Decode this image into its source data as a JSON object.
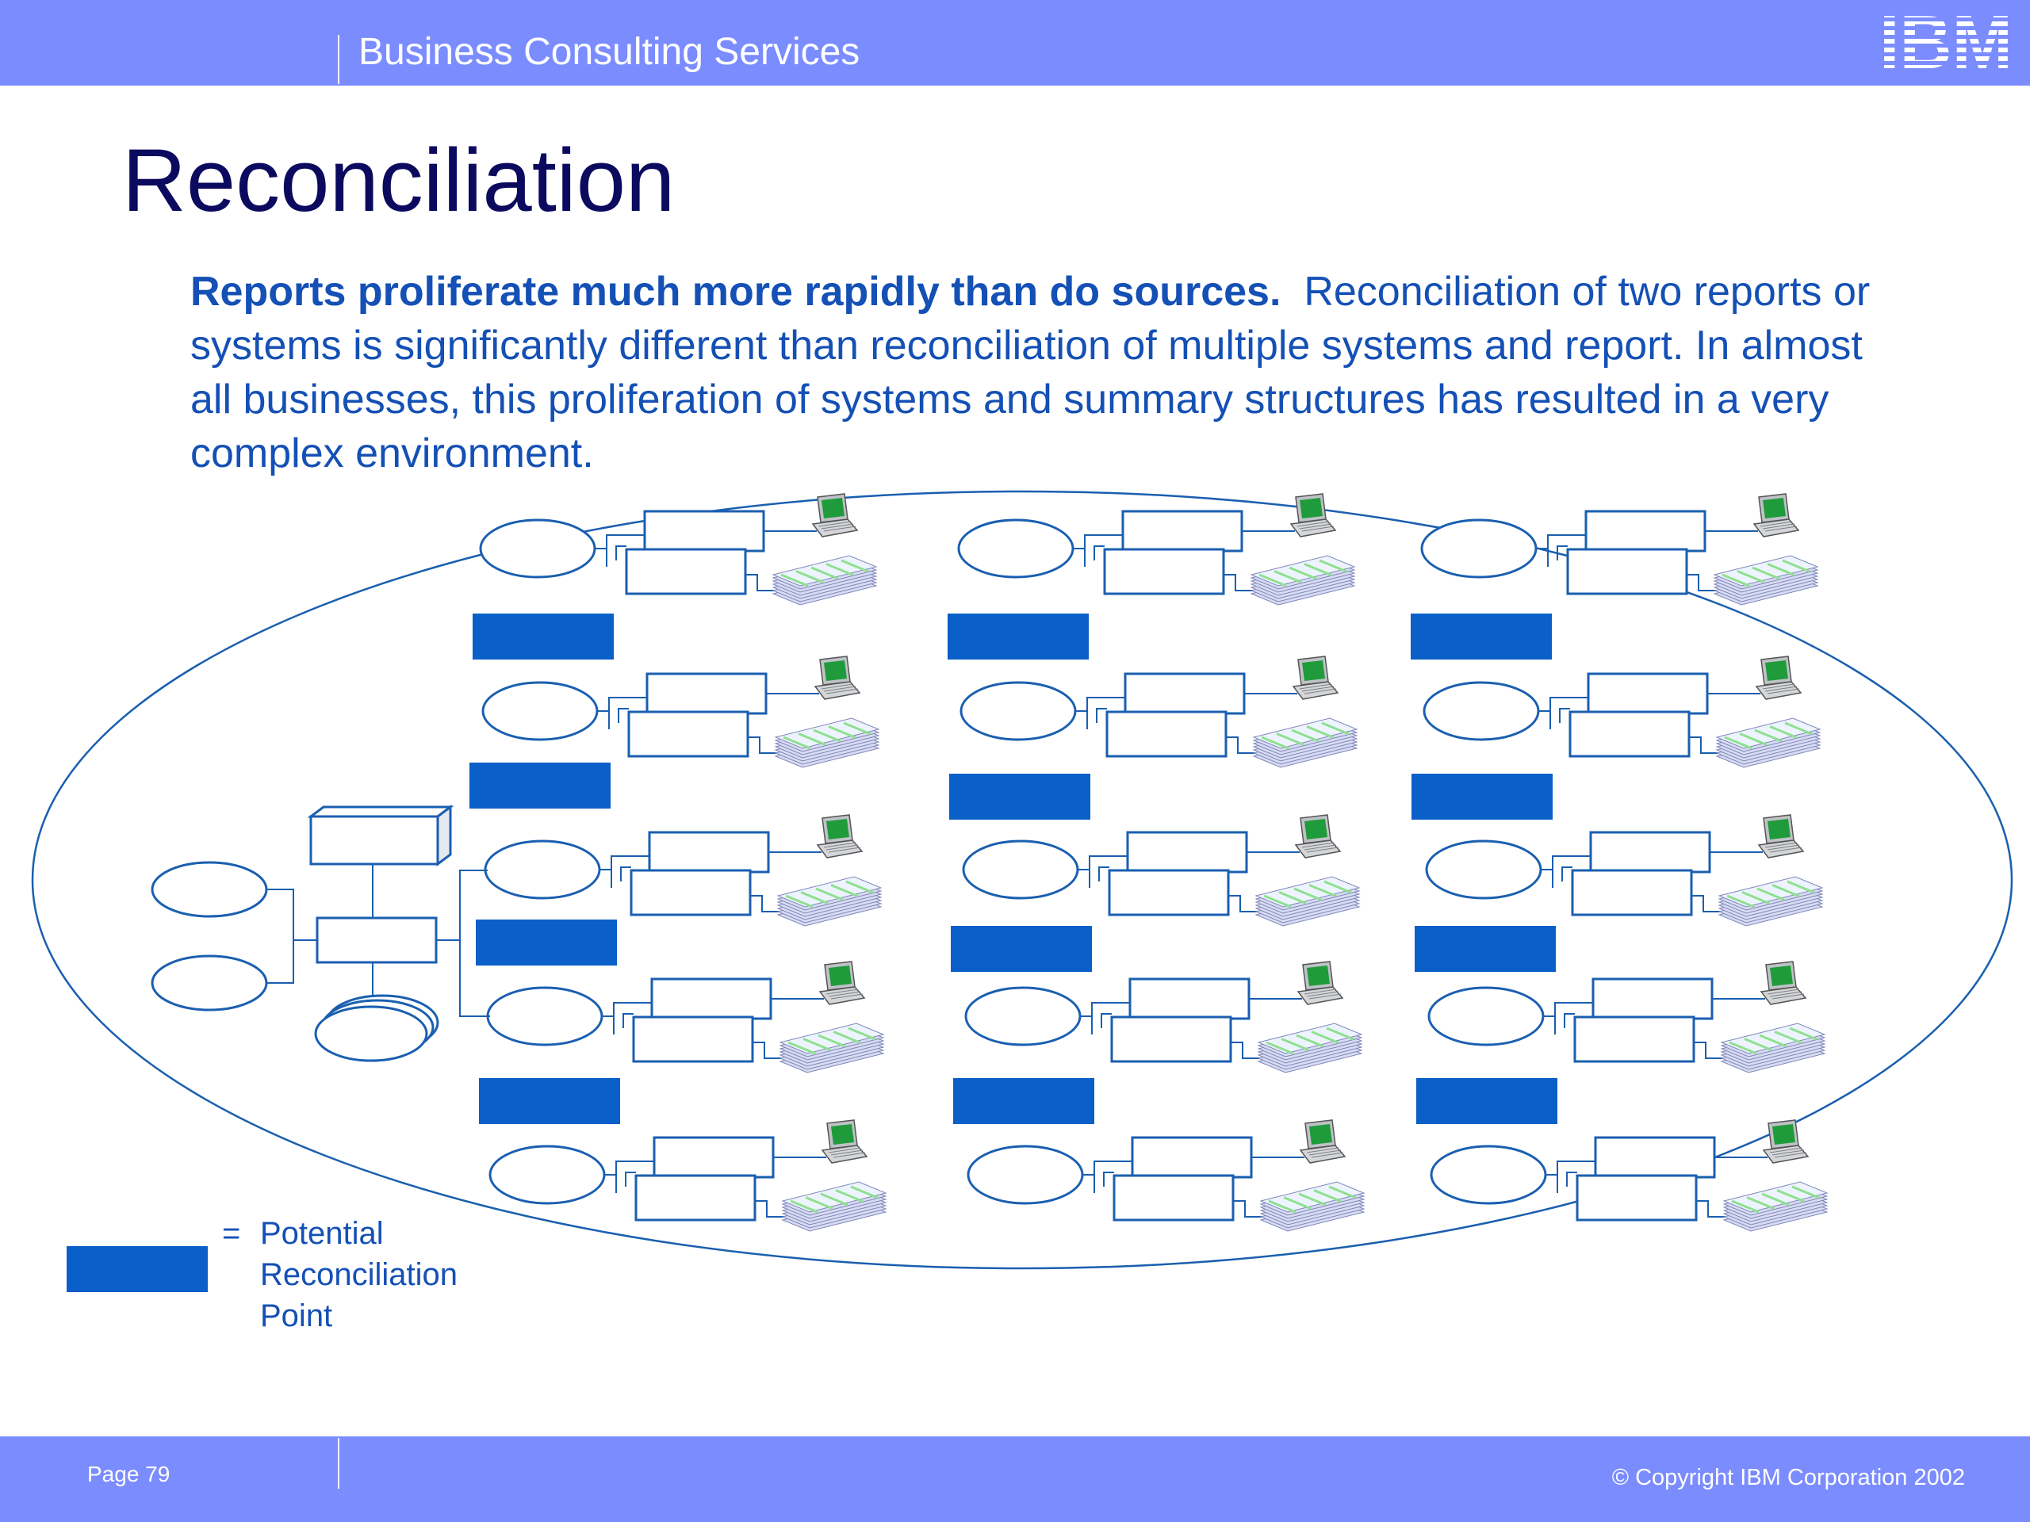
{
  "header": {
    "section": "Business Consulting Services",
    "logo": "IBM"
  },
  "title": "Reconciliation",
  "body": {
    "lead": "Reports proliferate much more rapidly than do sources.",
    "text": "Reconciliation of two reports or systems is significantly different than reconciliation of multiple systems and report.  In almost all businesses, this proliferation of systems and summary structures has resulted in a very complex environment."
  },
  "legend": {
    "equals": "=",
    "label": "Potential Reconciliation Point"
  },
  "footer": {
    "page": "Page 79",
    "copyright": "© Copyright IBM Corporation 2002"
  },
  "colors": {
    "bar": "#7b8cff",
    "title": "#0b0a5e",
    "text": "#1450b5",
    "recon_box": "#0a5fc8",
    "line": "#1a5fb0"
  },
  "icons": [
    "laptop-icon",
    "report-stack-icon",
    "database-icon"
  ]
}
